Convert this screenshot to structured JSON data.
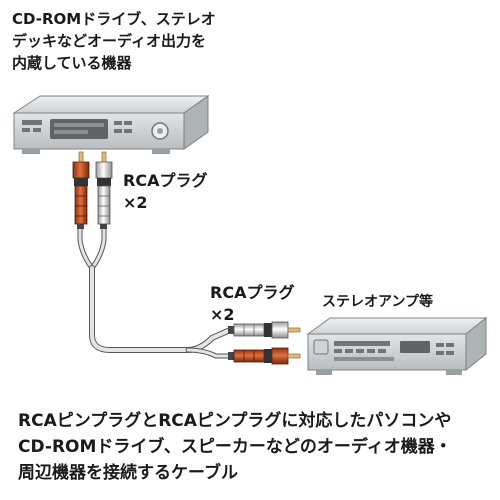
{
  "source_device": {
    "lines": [
      "CD-ROMドライブ、ステレオ",
      "デッキなどオーディオ出力を",
      "内蔵している機器"
    ]
  },
  "plug_label_top": {
    "name": "RCAプラグ",
    "count": "×2"
  },
  "plug_label_mid": {
    "name": "RCAプラグ",
    "count": "×2"
  },
  "target_device": {
    "label": "ステレオアンプ等"
  },
  "caption": {
    "lines": [
      "RCAピンプラグとRCAピンプラグに対応したパソコンや",
      "CD-ROMドライブ、スピーカーなどのオーディオ機器・",
      "周辺機器を接続するケーブル"
    ]
  },
  "colors": {
    "plug_red": "#c8501e",
    "plug_white": "#f0f0f0",
    "device_gray": "#d6d9da",
    "cable_gray": "#e4e4e4"
  }
}
